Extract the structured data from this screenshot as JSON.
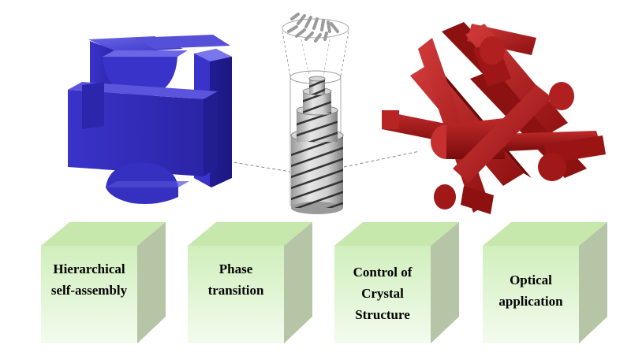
{
  "colors": {
    "blue_structure": "#3a33c9",
    "red_structure": "#a31414",
    "cube_front": "#e3f5d6",
    "cube_side": "#c2cfb5",
    "connector": "#888888"
  },
  "figure": {
    "left_structure_icon": "blue-interlocked-block-cube",
    "center_structure_icon": "twisted-helical-fiber-column",
    "right_structure_icon": "red-rod-lattice"
  },
  "boxes": [
    {
      "lines": [
        "Hierarchical",
        "self-assembly"
      ]
    },
    {
      "lines": [
        "Phase",
        "transition"
      ]
    },
    {
      "lines": [
        "Control of",
        "Crystal",
        "Structure"
      ]
    },
    {
      "lines": [
        "Optical",
        "application"
      ]
    }
  ]
}
